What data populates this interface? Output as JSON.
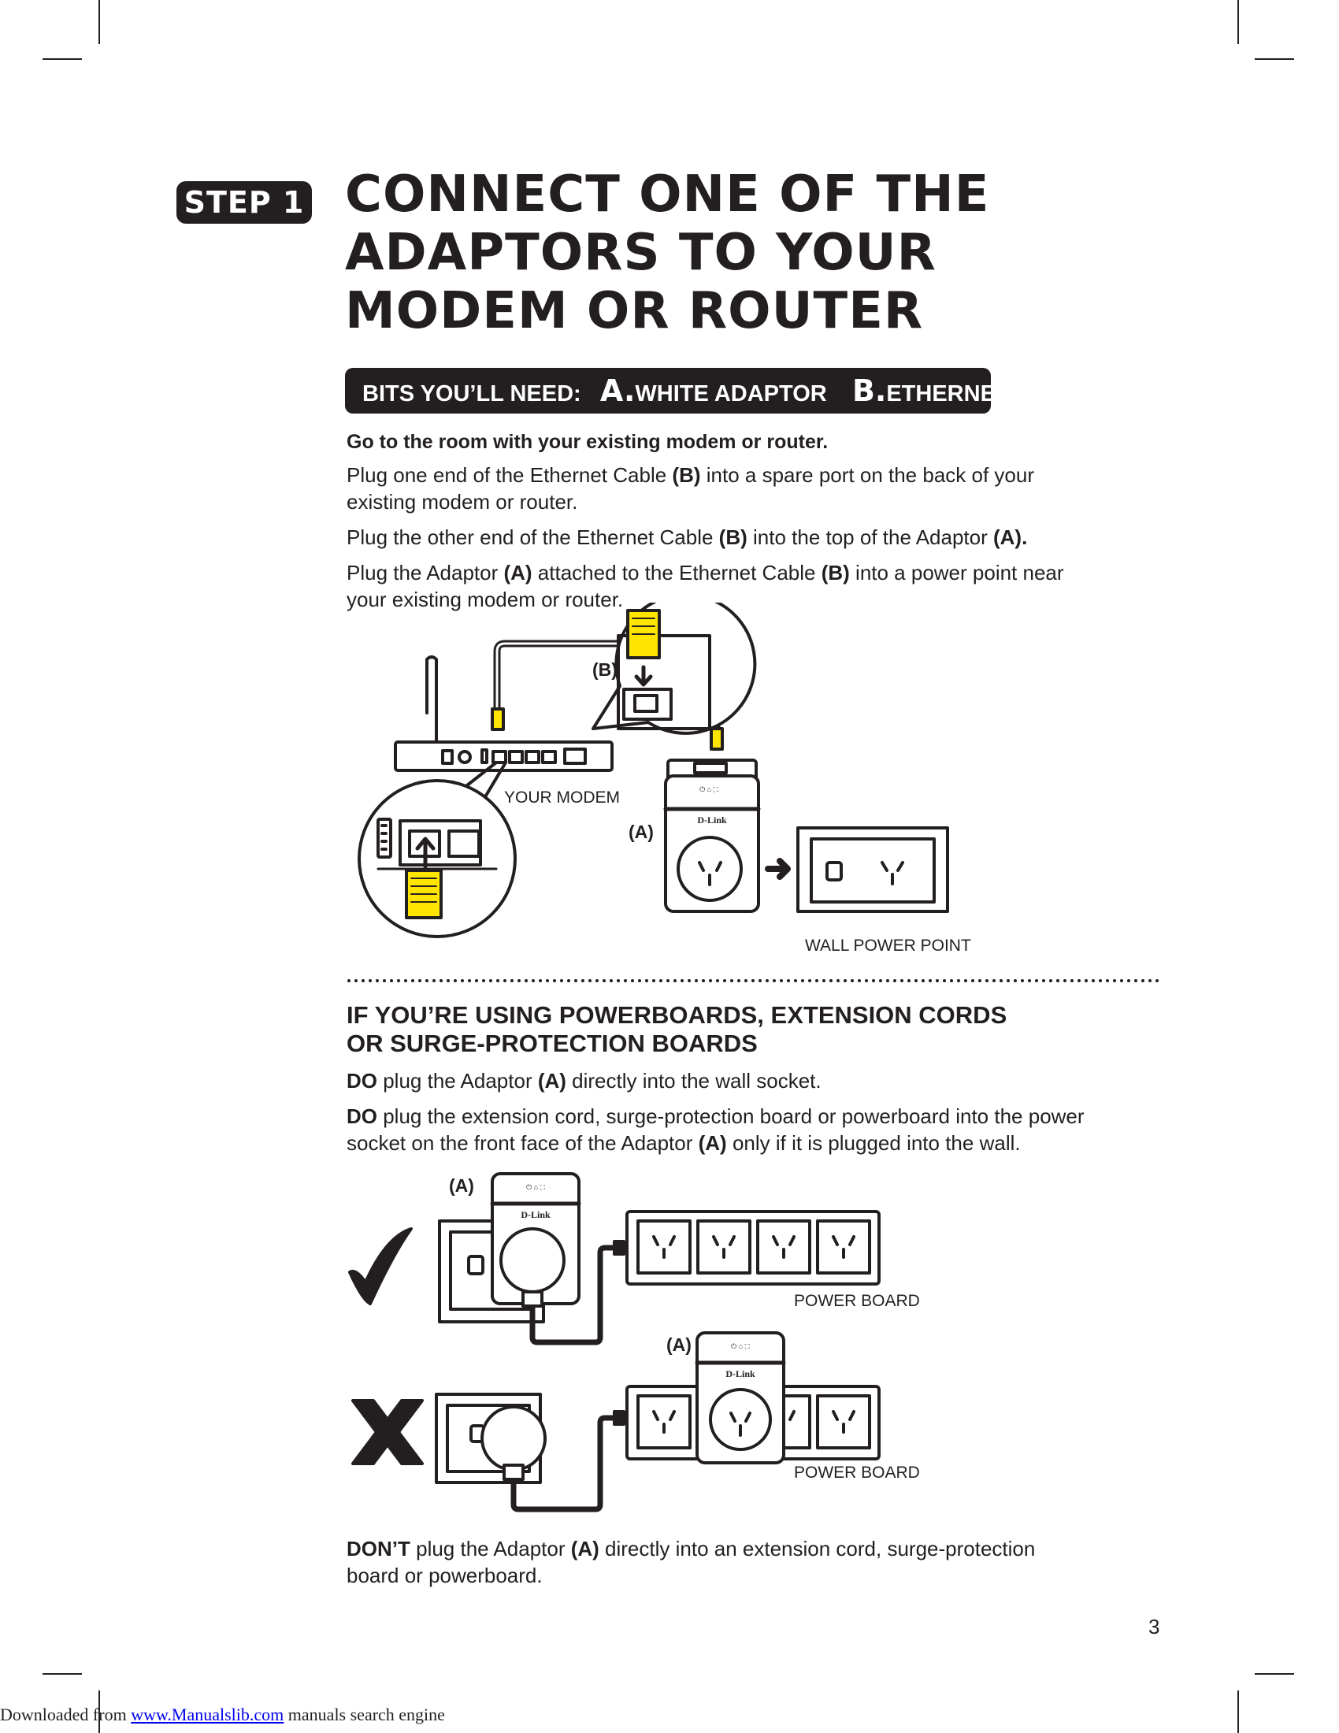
{
  "step": {
    "badge": "STEP 1"
  },
  "title": {
    "line1": "CONNECT ONE OF THE",
    "line2": "ADAPTORS TO YOUR",
    "line3": "MODEM OR ROUTER"
  },
  "bits": {
    "label": "BITS YOU’LL NEED:",
    "a_letter": "A.",
    "a_item": "WHITE ADAPTOR",
    "b_letter": "B.",
    "b_item": "ETHERNET CABLE"
  },
  "instructions": {
    "intro": "Go to the room with your existing modem or router.",
    "p1_a": "Plug one end of the Ethernet Cable ",
    "p1_b": "(B)",
    "p1_c": " into a spare port on the back of your existing modem or router.",
    "p2_a": "Plug the other end of the Ethernet Cable ",
    "p2_b": "(B)",
    "p2_c": " into the top of the Adaptor ",
    "p2_d": "(A).",
    "p3_a": "Plug the Adaptor ",
    "p3_b": "(A)",
    "p3_c": " attached to the Ethernet Cable ",
    "p3_d": "(B)",
    "p3_e": " into a power point near your existing modem or router."
  },
  "diagram1": {
    "cable_label": "(B)",
    "modem_label": "YOUR MODEM",
    "adaptor_label": "(A)",
    "adaptor_brand": "D-Link",
    "wall_label": "WALL POWER POINT"
  },
  "section2": {
    "title_line1": "IF YOU’RE USING POWERBOARDS, EXTENSION CORDS",
    "title_line2": "OR SURGE-PROTECTION BOARDS",
    "do1_a": "DO",
    "do1_b": " plug the Adaptor ",
    "do1_c": "(A)",
    "do1_d": " directly into the wall socket.",
    "do2_a": "DO",
    "do2_b": " plug the extension cord, surge-protection board or powerboard into the power socket on the front face of the Adaptor ",
    "do2_c": "(A)",
    "do2_d": " only if it is plugged into the wall.",
    "dont_a": "DON’T",
    "dont_b": " plug the Adaptor ",
    "dont_c": "(A)",
    "dont_d": " directly into an extension cord, surge-protection board or powerboard."
  },
  "diagram2": {
    "good_adaptor_label": "(A)",
    "good_board_label": "POWER BOARD",
    "bad_adaptor_label": "(A)",
    "bad_board_label": "POWER BOARD",
    "brand": "D-Link"
  },
  "page_number": "3",
  "footer": {
    "prefix": "Downloaded from ",
    "link": "www.Manualslib.com",
    "suffix": " manuals search engine"
  },
  "colors": {
    "ink": "#231f20",
    "yellow": "#ffe500",
    "white": "#ffffff"
  },
  "icons": [
    "check-mark-icon",
    "cross-mark-icon"
  ]
}
